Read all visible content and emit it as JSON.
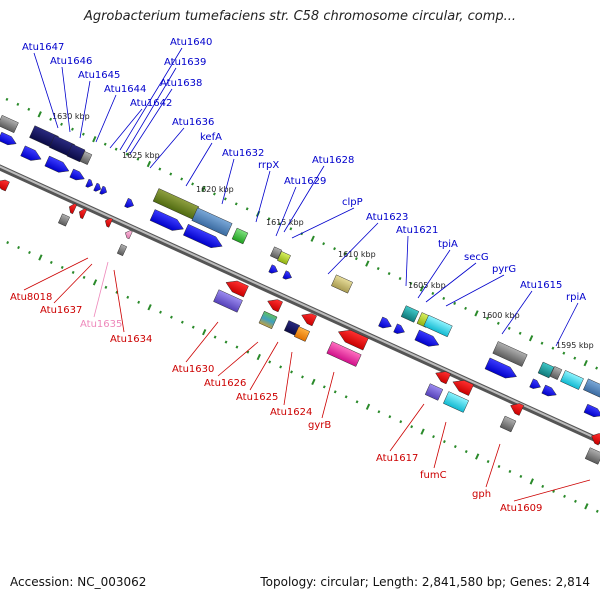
{
  "title": "Agrobacterium tumefaciens str. C58 chromosome circular, comp...",
  "footer": {
    "accession": "Accession: NC_003062",
    "summary": "Topology: circular; Length: 2,841,580 bp; Genes: 2,814"
  },
  "scale_ticks": [
    "1630 kbp",
    "1625 kbp",
    "1620 kbp",
    "1615 kbp",
    "1610 kbp",
    "1605 kbp",
    "1600 kbp",
    "1595 kbp"
  ],
  "labels_forward": [
    "Atu1647",
    "Atu1646",
    "Atu1645",
    "Atu1644",
    "Atu1642",
    "Atu1640",
    "Atu1639",
    "Atu1638",
    "Atu1636",
    "kefA",
    "Atu1632",
    "rrpX",
    "Atu1628",
    "Atu1629",
    "clpP",
    "Atu1623",
    "Atu1621",
    "tpiA",
    "secG",
    "pyrG",
    "Atu1615",
    "rpiA"
  ],
  "labels_reverse": [
    "Atu8018",
    "Atu1637",
    "Atu1635",
    "Atu1634",
    "Atu1630",
    "Atu1626",
    "Atu1625",
    "Atu1624",
    "gyrB",
    "Atu1617",
    "fumC",
    "gph",
    "Atu1609"
  ],
  "colors": {
    "forward_strand": "#0000ee",
    "reverse_strand": "#ee0000",
    "backbone": "#777777",
    "tick_green": "#2a8a2a"
  }
}
